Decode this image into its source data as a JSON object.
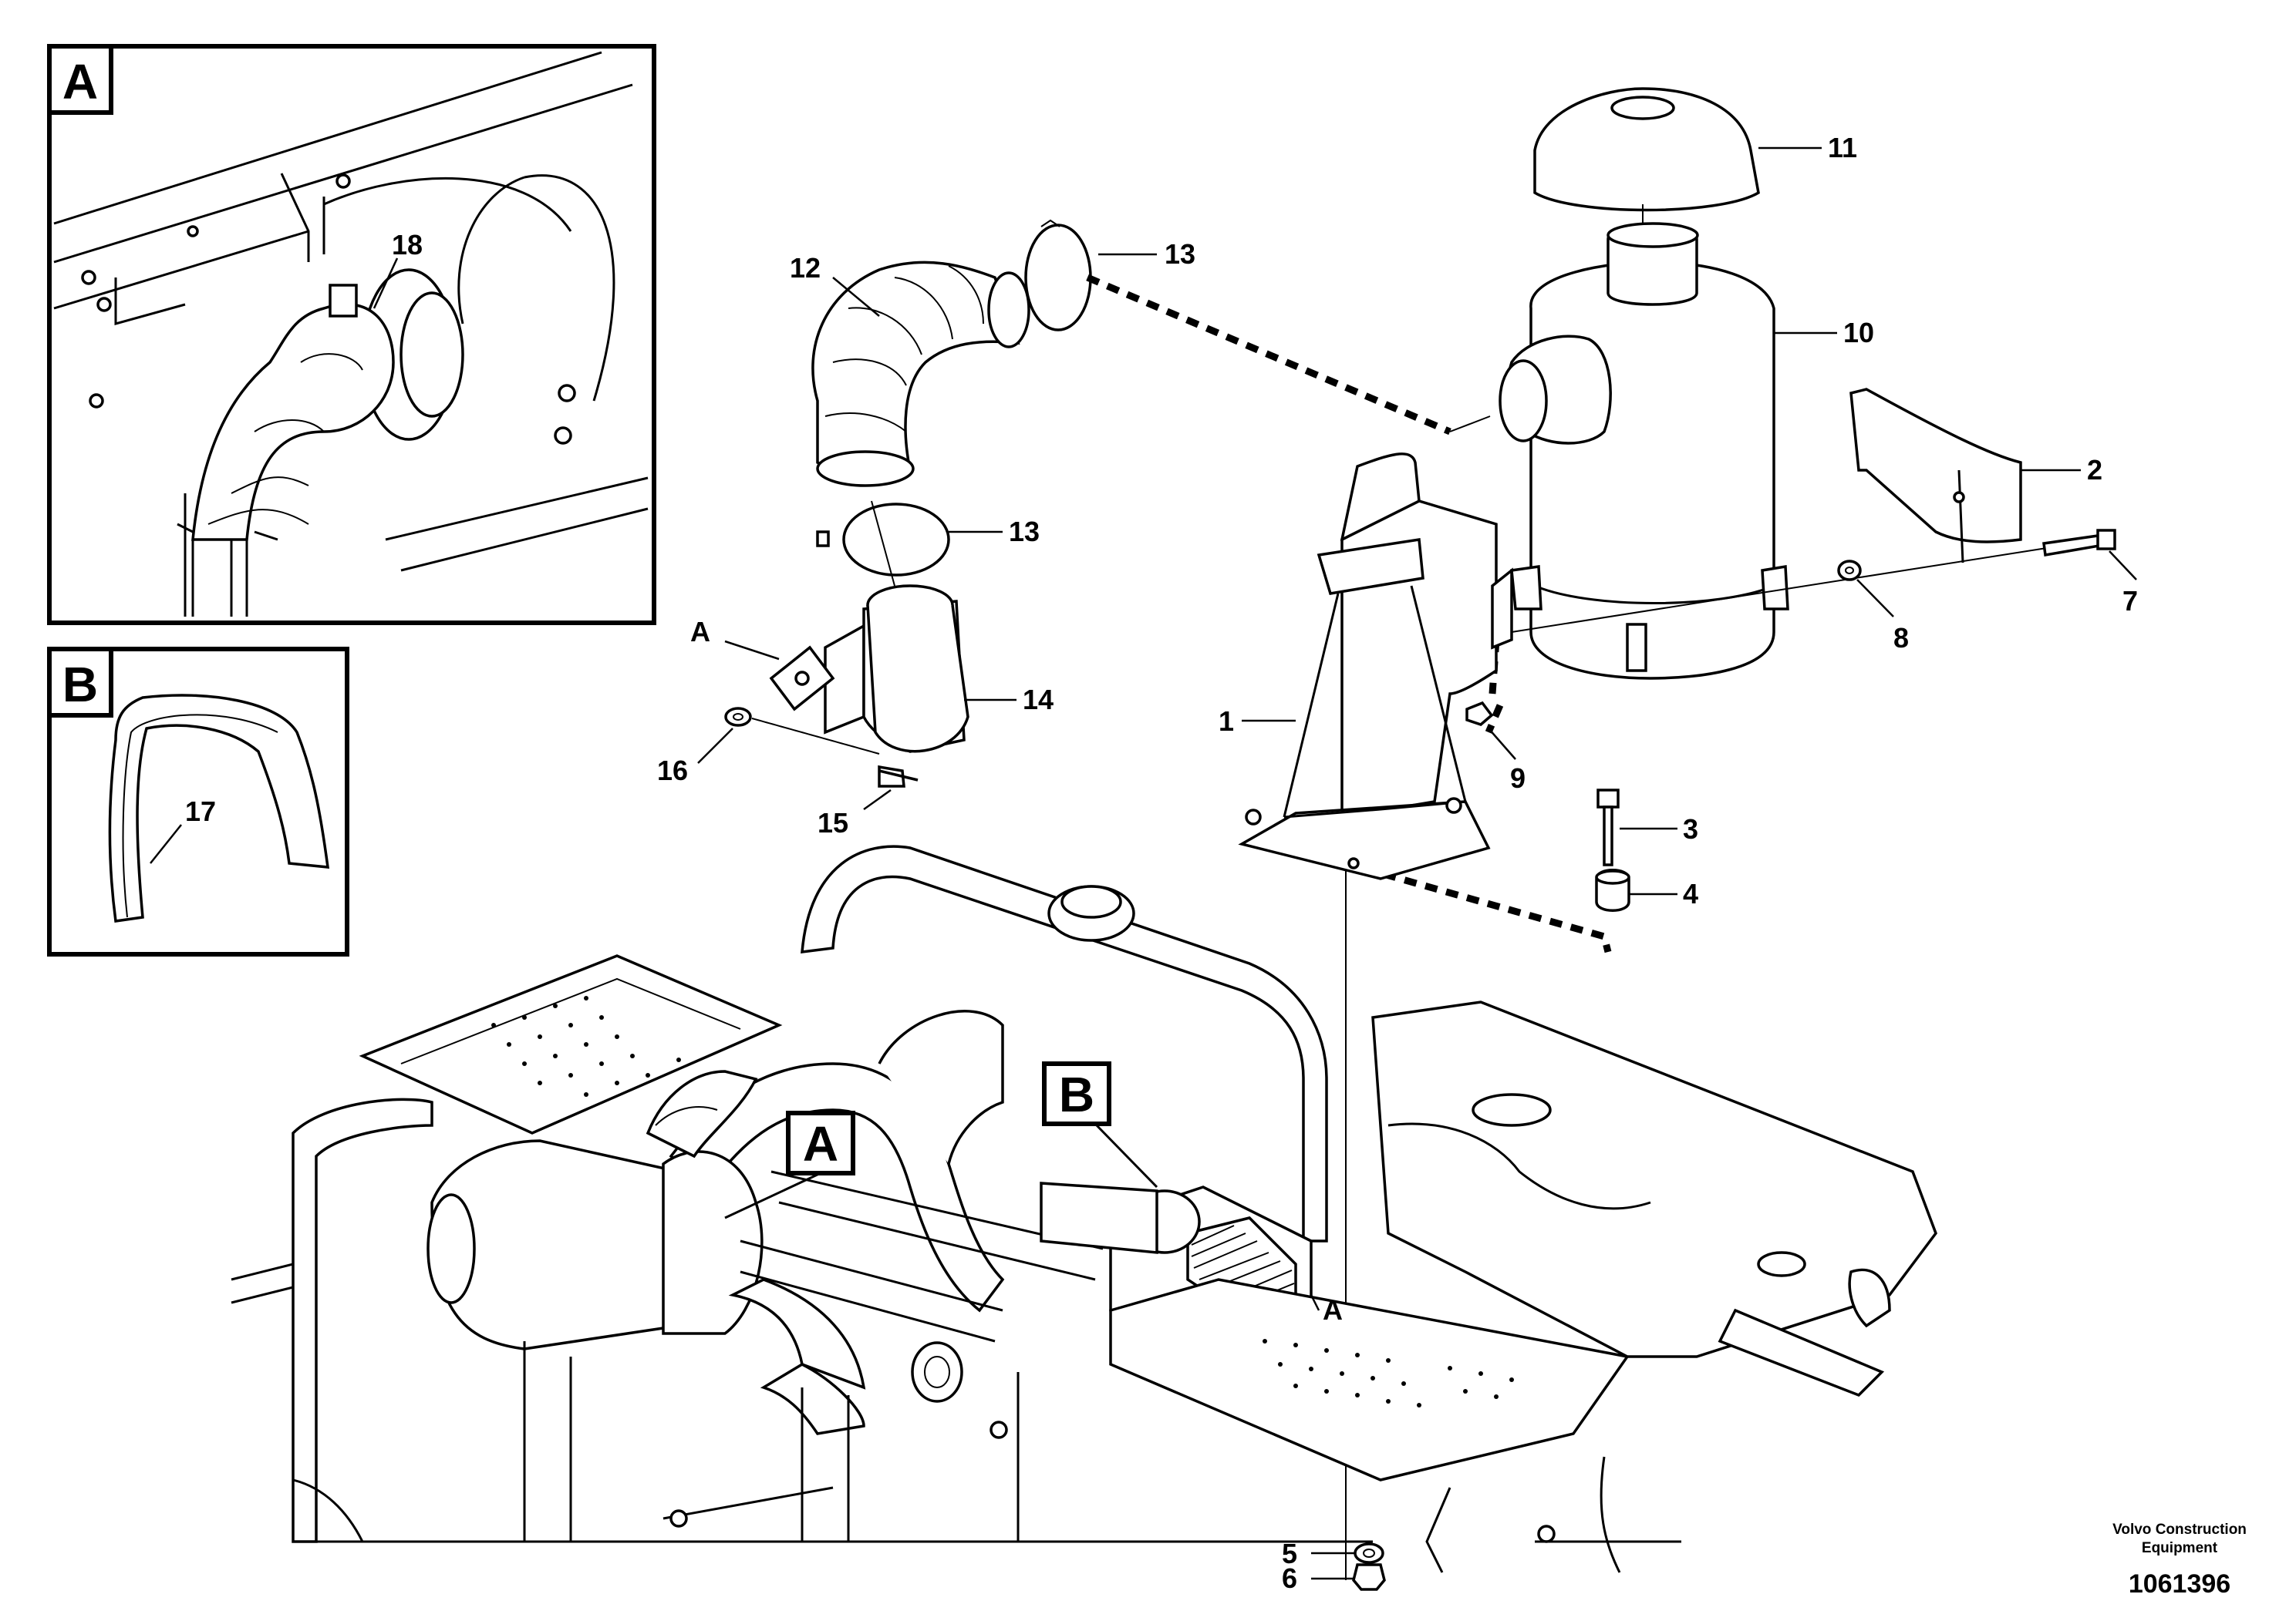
{
  "detail_views": [
    {
      "id": "A",
      "label": "A"
    },
    {
      "id": "B",
      "label": "B"
    }
  ],
  "callouts": {
    "c1": "1",
    "c2": "2",
    "c3": "3",
    "c4": "4",
    "c5": "5",
    "c6": "6",
    "c7": "7",
    "c8": "8",
    "c9": "9",
    "c10": "10",
    "c11": "11",
    "c12": "12",
    "c13a": "13",
    "c13b": "13",
    "c14": "14",
    "c15": "15",
    "c16": "16",
    "c17": "17",
    "c18": "18"
  },
  "view_refs": {
    "a_bracket": "A",
    "a_main": "A",
    "b_main": "B",
    "a_small": "A"
  },
  "footer": {
    "brand_line1": "Volvo Construction",
    "brand_line2": "Equipment",
    "doc_number": "1061396"
  }
}
